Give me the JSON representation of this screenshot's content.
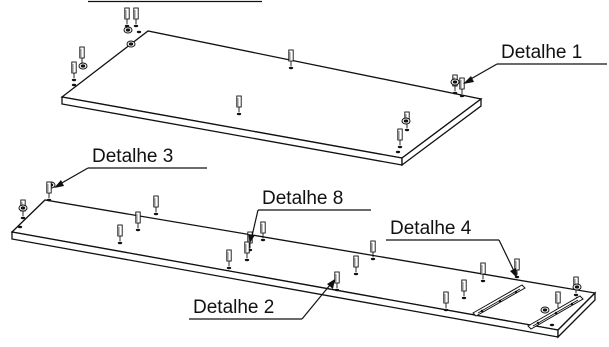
{
  "callouts": {
    "detalhe_1": "Detalhe 1",
    "detalhe_3": "Detalhe 3",
    "detalhe_8": "Detalhe 8",
    "detalhe_4": "Detalhe 4",
    "detalhe_2": "Detalhe 2"
  },
  "colors": {
    "line": "#111111",
    "background": "#ffffff"
  }
}
